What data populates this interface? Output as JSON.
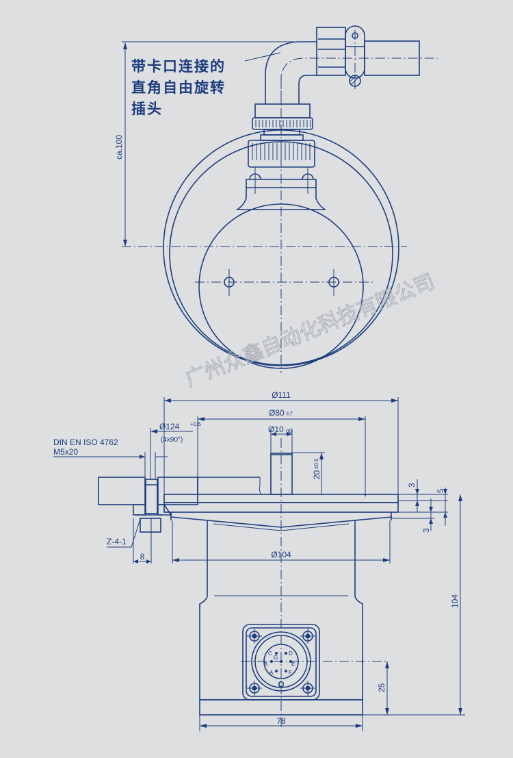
{
  "callout": {
    "lines": [
      "带卡口连接的",
      "直角自由旋转",
      "插头"
    ]
  },
  "watermark": "广州众鑫自动化科技有限公司",
  "top_view": {
    "height_dim": "ca.100"
  },
  "side_view": {
    "dims": {
      "d111": "Ø111",
      "d80": "Ø80",
      "d80_tol": "h7",
      "d10": "Ø10",
      "d10_tol": "g5",
      "d124": "Ø124",
      "d124_tol": "+0.5",
      "d124_note": "(4x90°)",
      "shaft_len": "20",
      "shaft_len_tol": "±0.5",
      "flange_3a": "3",
      "flange_5": "5",
      "flange_3b": "3",
      "d104": "Ø104",
      "total_height": "104",
      "connector_height": "25",
      "width": "78",
      "screw_offset": "8"
    },
    "screw_spec": [
      "DIN EN ISO 4762",
      "M5x20"
    ],
    "clamp_label": "Z-4-1"
  },
  "connector_pins": [
    "A",
    "B",
    "C",
    "D",
    "E",
    "F",
    "G"
  ]
}
